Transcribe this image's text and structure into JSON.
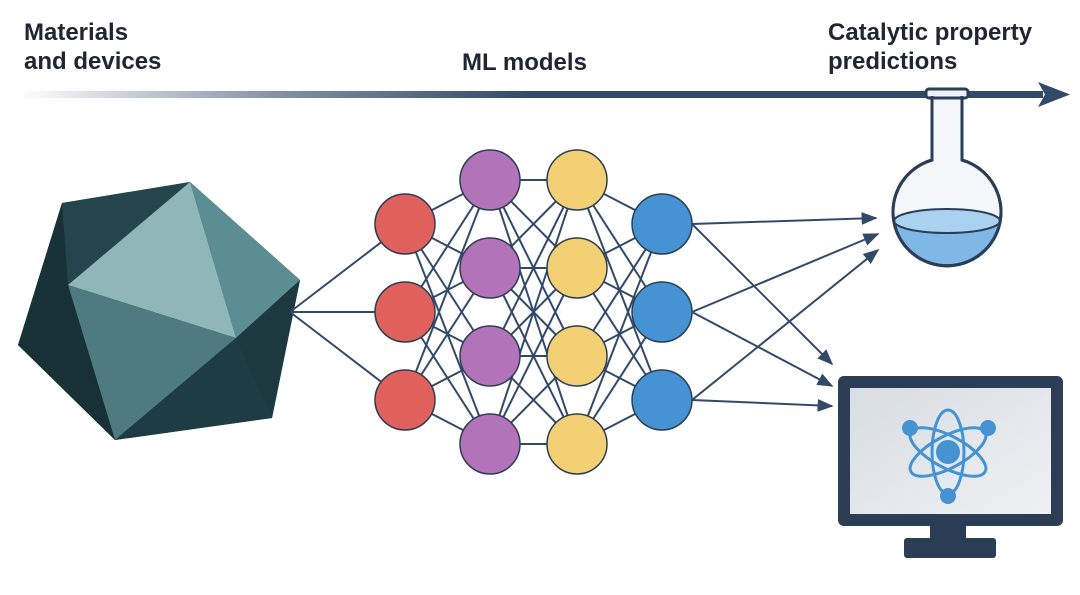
{
  "header": {
    "left_line1": "Materials",
    "left_line2": "and devices",
    "middle": "ML models",
    "right_line1": "Catalytic property",
    "right_line2": "predictions"
  },
  "network": {
    "layers": [
      {
        "name": "input",
        "nodes": 3,
        "color": "#e0605c"
      },
      {
        "name": "hidden-1",
        "nodes": 4,
        "color": "#b373b9"
      },
      {
        "name": "hidden-2",
        "nodes": 4,
        "color": "#f2d073"
      },
      {
        "name": "output",
        "nodes": 3,
        "color": "#4593d3"
      }
    ]
  },
  "icons": {
    "material": "icosahedron-icon",
    "flask": "flask-icon",
    "computer": "computer-monitor-icon",
    "atom": "atom-icon"
  },
  "colors": {
    "arrow": "#33496a",
    "text": "#1e2631",
    "crystal_dark": "#1f3a42",
    "crystal_light": "#8fb6b9",
    "flask_liquid": "#7fb8e6",
    "monitor_frame": "#2c3e55"
  }
}
